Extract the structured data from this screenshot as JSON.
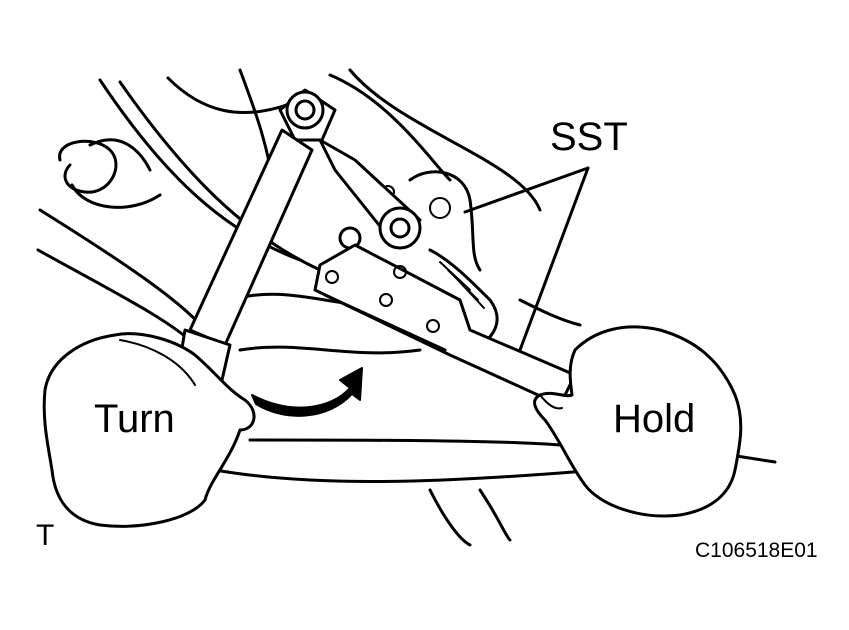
{
  "labels": {
    "sst": "SST",
    "turn": "Turn",
    "hold": "Hold",
    "corner_mark": "T",
    "figure_code": "C106518E01"
  },
  "icons": [
    "rotation-arrow-icon"
  ]
}
